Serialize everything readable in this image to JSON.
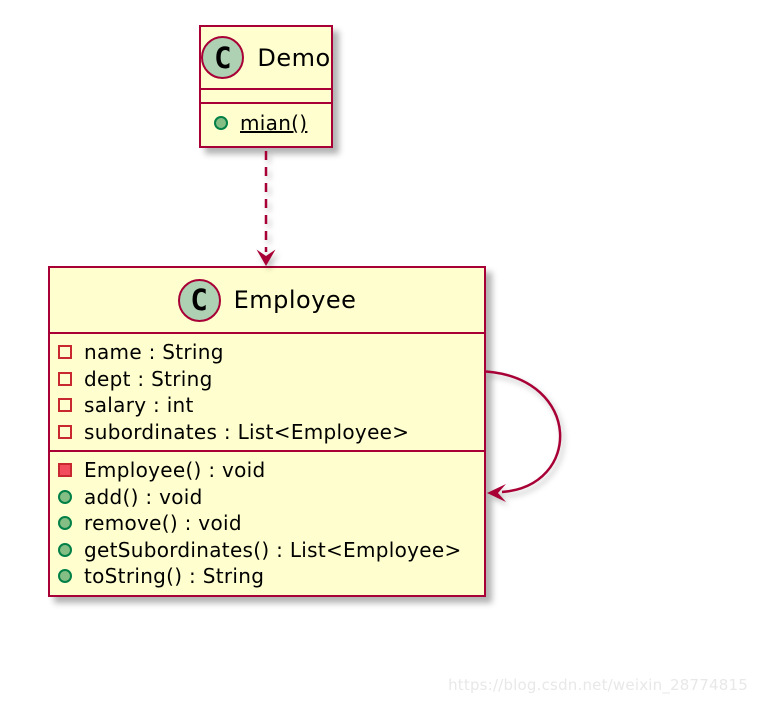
{
  "diagram": {
    "classes": [
      {
        "stereotype": "C",
        "name": "Demo",
        "fields": [],
        "methods": [
          {
            "label": "mian()",
            "visibility": "public",
            "static": true
          }
        ]
      },
      {
        "stereotype": "C",
        "name": "Employee",
        "fields": [
          {
            "label": "name : String",
            "visibility": "private"
          },
          {
            "label": "dept : String",
            "visibility": "private"
          },
          {
            "label": "salary : int",
            "visibility": "private"
          },
          {
            "label": "subordinates : List<Employee>",
            "visibility": "private"
          }
        ],
        "methods": [
          {
            "label": "Employee() : void",
            "visibility": "private"
          },
          {
            "label": "add() : void",
            "visibility": "public"
          },
          {
            "label": "remove() : void",
            "visibility": "public"
          },
          {
            "label": "getSubordinates() : List<Employee>",
            "visibility": "public"
          },
          {
            "label": "toString() : String",
            "visibility": "public"
          }
        ]
      }
    ],
    "relations": [
      {
        "type": "dependency",
        "from": "Demo",
        "to": "Employee",
        "line": "dashed",
        "arrowhead": "open-v"
      },
      {
        "type": "self-association",
        "from": "Employee",
        "to": "Employee",
        "line": "solid-curved",
        "arrowhead": "open-v"
      }
    ],
    "colors": {
      "class_fill": "#FEFECE",
      "class_border": "#A80036",
      "stereotype_circle_fill": "#ADD1B2",
      "arrow": "#A80036",
      "private_icon_border": "#C82930",
      "private_method_fill": "#F24D5C",
      "public_icon_border": "#038048",
      "public_icon_fill": "#84BE84",
      "watermark_text": "#E8E8E8"
    }
  },
  "watermark": {
    "text": "https://blog.csdn.net/weixin_28774815"
  }
}
